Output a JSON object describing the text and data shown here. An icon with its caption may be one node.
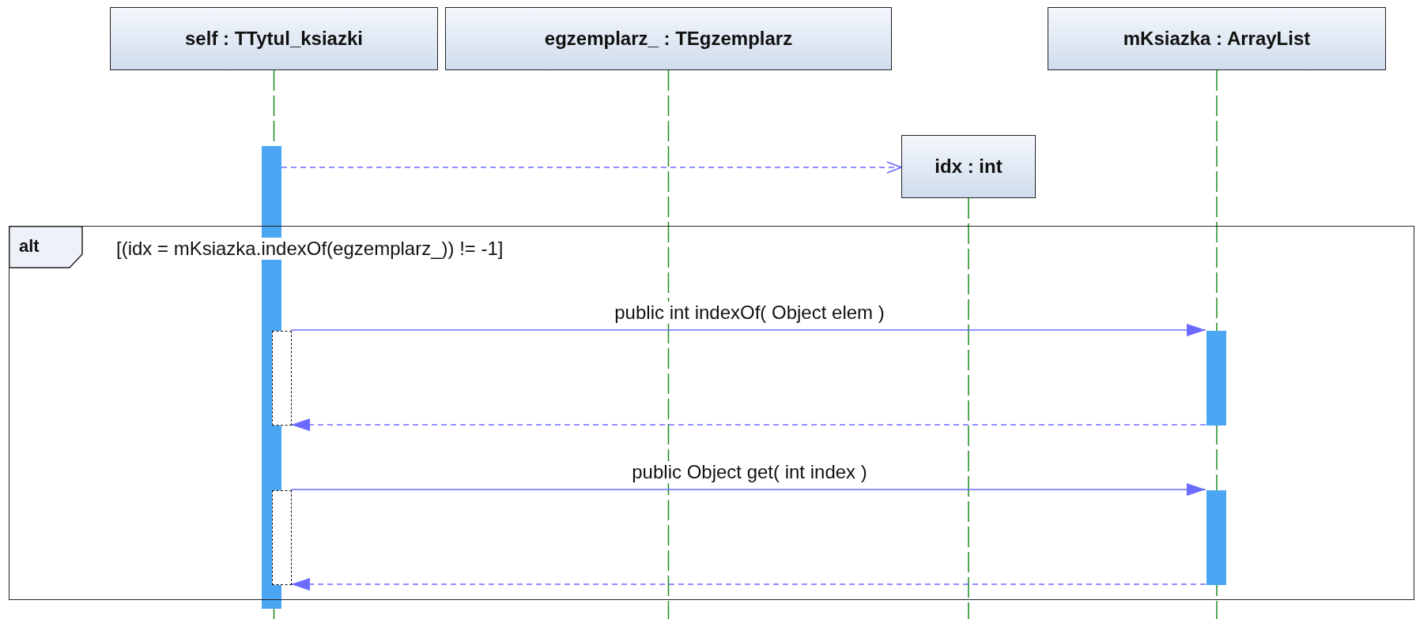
{
  "diagram": {
    "nodes": [
      {
        "text": [
          "self : TTytul_ksiazki"
        ]
      },
      {
        "text": [
          "egzemplarz_ : TEgzemplarz"
        ]
      },
      {
        "text": [
          "mKsiazka : ArrayList"
        ]
      },
      {
        "text": [
          "idx : int"
        ]
      },
      {
        "text": [],
        "shape": "bar"
      },
      {
        "text": [
          "alt",
          "[(idx = mKsiazka.indexOf(egzemplarz_)) != -1]"
        ]
      },
      {
        "text": [],
        "shape": "box",
        "in": 5
      },
      {
        "text": [],
        "shape": "bar",
        "in": 5
      },
      {
        "text": [],
        "shape": "box",
        "in": 5
      },
      {
        "text": [],
        "shape": "bar",
        "in": 5
      }
    ],
    "edges": [
      {
        "from": 4,
        "to": 3,
        "arrow": "to",
        "style": "dashed"
      },
      {
        "from": 6,
        "to": 7,
        "arrow": "to",
        "label": "public int  indexOf( Object elem )"
      },
      {
        "from": 7,
        "to": 6,
        "arrow": "to",
        "style": "dashed"
      },
      {
        "from": 8,
        "to": 9,
        "arrow": "to",
        "label": "public Object  get( int index )"
      },
      {
        "from": 9,
        "to": 8,
        "arrow": "to",
        "style": "dashed"
      }
    ]
  }
}
